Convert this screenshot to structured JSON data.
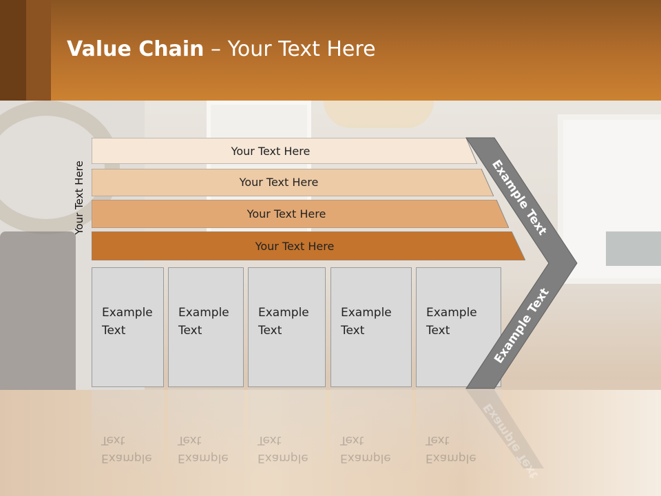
{
  "title": {
    "bold": "Value Chain",
    "rest": " – Your Text Here"
  },
  "side_label": "Your Text Here",
  "bars": [
    {
      "label": "Your Text Here",
      "color": "#f6e7d7"
    },
    {
      "label": "Your Text Here",
      "color": "#edcba6"
    },
    {
      "label": "Your Text Here",
      "color": "#e2a874"
    },
    {
      "label": "Your Text Here",
      "color": "#c4742d"
    }
  ],
  "columns": [
    {
      "text": "Example\nText"
    },
    {
      "text": "Example\nText"
    },
    {
      "text": "Example\nText"
    },
    {
      "text": "Example\nText"
    },
    {
      "text": "Example\nText"
    }
  ],
  "arrow": {
    "upper_text": "Example Text",
    "lower_text": "Example Text",
    "color": "#7f7f7f"
  },
  "colors": {
    "header": "#b56f2c",
    "column_fill": "#d9d9d9"
  }
}
